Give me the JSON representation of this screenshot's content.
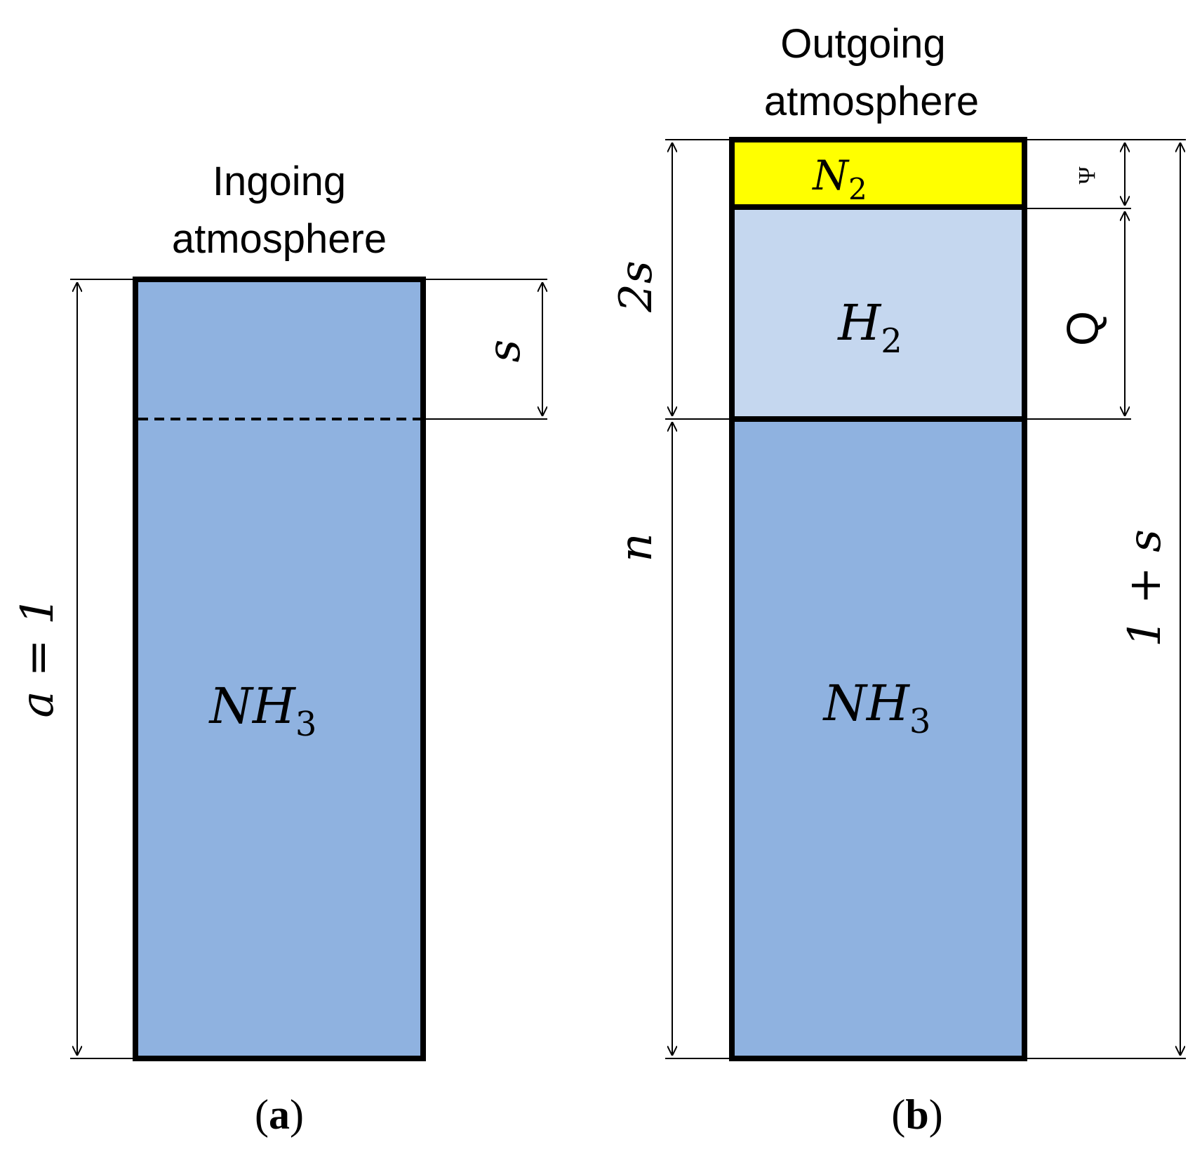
{
  "colors": {
    "nh3": "#8fb2e0",
    "h2": "#c5d7ef",
    "n2": "#ffff00",
    "outline": "#000000"
  },
  "panel_a": {
    "title_line1": "Ingoing",
    "title_line2": "atmosphere",
    "species": "NH",
    "species_sub": "3",
    "dim_total": "a = 1",
    "dim_top": "s",
    "caption_letter": "a"
  },
  "panel_b": {
    "title_line1": "Outgoing",
    "title_line2": "atmosphere",
    "n2": {
      "label": "N",
      "sub": "2"
    },
    "h2": {
      "label": "H",
      "sub": "2"
    },
    "nh3": {
      "label": "NH",
      "sub": "3"
    },
    "dim_left_top": "2s",
    "dim_left_bottom": "n",
    "dim_right_n2": "Ψ",
    "dim_right_h2": "Q",
    "dim_far_right": "1 + s",
    "caption_letter": "b"
  }
}
